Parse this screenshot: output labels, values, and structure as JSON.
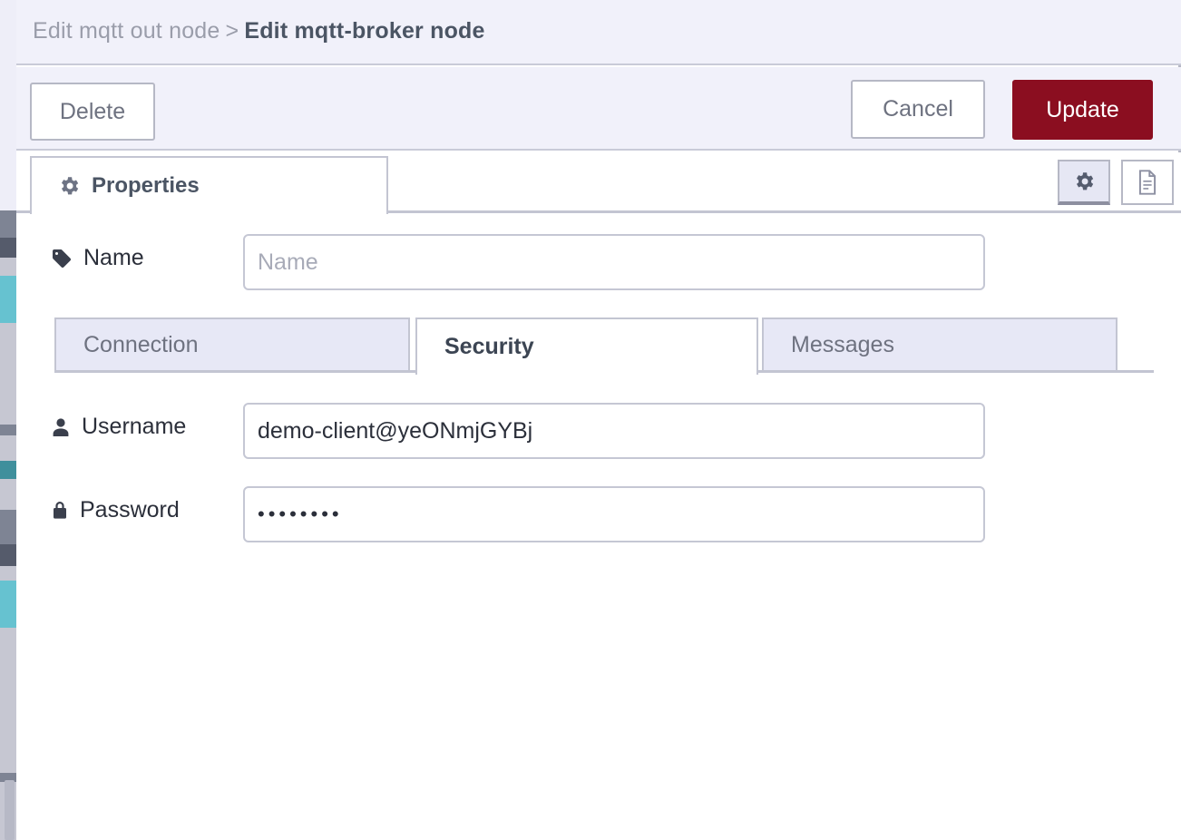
{
  "header": {
    "breadcrumb_prev": "Edit mqtt out node",
    "breadcrumb_separator": ">",
    "breadcrumb_current": "Edit mqtt-broker node"
  },
  "toolbar": {
    "delete_label": "Delete",
    "cancel_label": "Cancel",
    "update_label": "Update"
  },
  "tabs": {
    "properties_label": "Properties",
    "properties_icon": "gear-icon",
    "icon_buttons": [
      {
        "name": "gear-icon",
        "active": true
      },
      {
        "name": "description-icon",
        "active": false
      }
    ]
  },
  "form": {
    "name": {
      "label": "Name",
      "icon": "tag-icon",
      "value": "",
      "placeholder": "Name"
    },
    "subtabs": [
      {
        "label": "Connection",
        "active": false
      },
      {
        "label": "Security",
        "active": true
      },
      {
        "label": "Messages",
        "active": false
      }
    ],
    "username": {
      "label": "Username",
      "icon": "user-icon",
      "value": "demo-client@yeONmjGYBj",
      "placeholder": ""
    },
    "password": {
      "label": "Password",
      "icon": "lock-icon",
      "value": "••••••••",
      "placeholder": ""
    }
  },
  "colors": {
    "accent_primary": "#8b0e20",
    "header_bg": "#f1f1fa",
    "tab_inactive_bg": "#e7e8f6",
    "border": "#c3c5d2",
    "text_dark": "#2b2f3a",
    "text_muted": "#9a9daa"
  }
}
